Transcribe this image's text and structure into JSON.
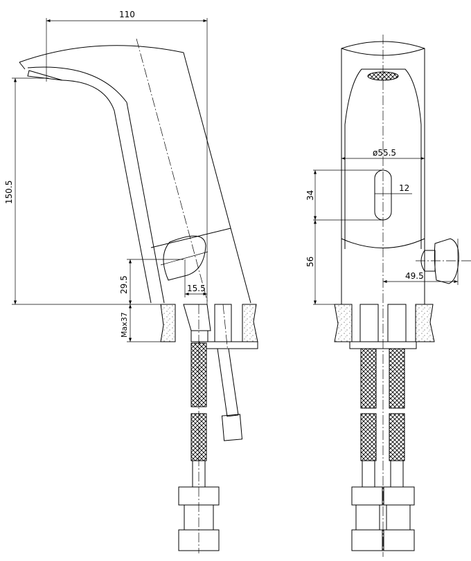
{
  "title": "Sensor basin faucet technical drawing",
  "side_view": {
    "dimensions": {
      "width_total": "110",
      "height_spout": "150.5",
      "sensor_height": "29.5",
      "sensor_offset": "15.5",
      "max_counter": "Max37"
    }
  },
  "front_view": {
    "dimensions": {
      "diameter": "ø55.5",
      "window_width": "12",
      "window_height": "34",
      "window_base_height": "56",
      "lever_offset": "49.5"
    }
  }
}
